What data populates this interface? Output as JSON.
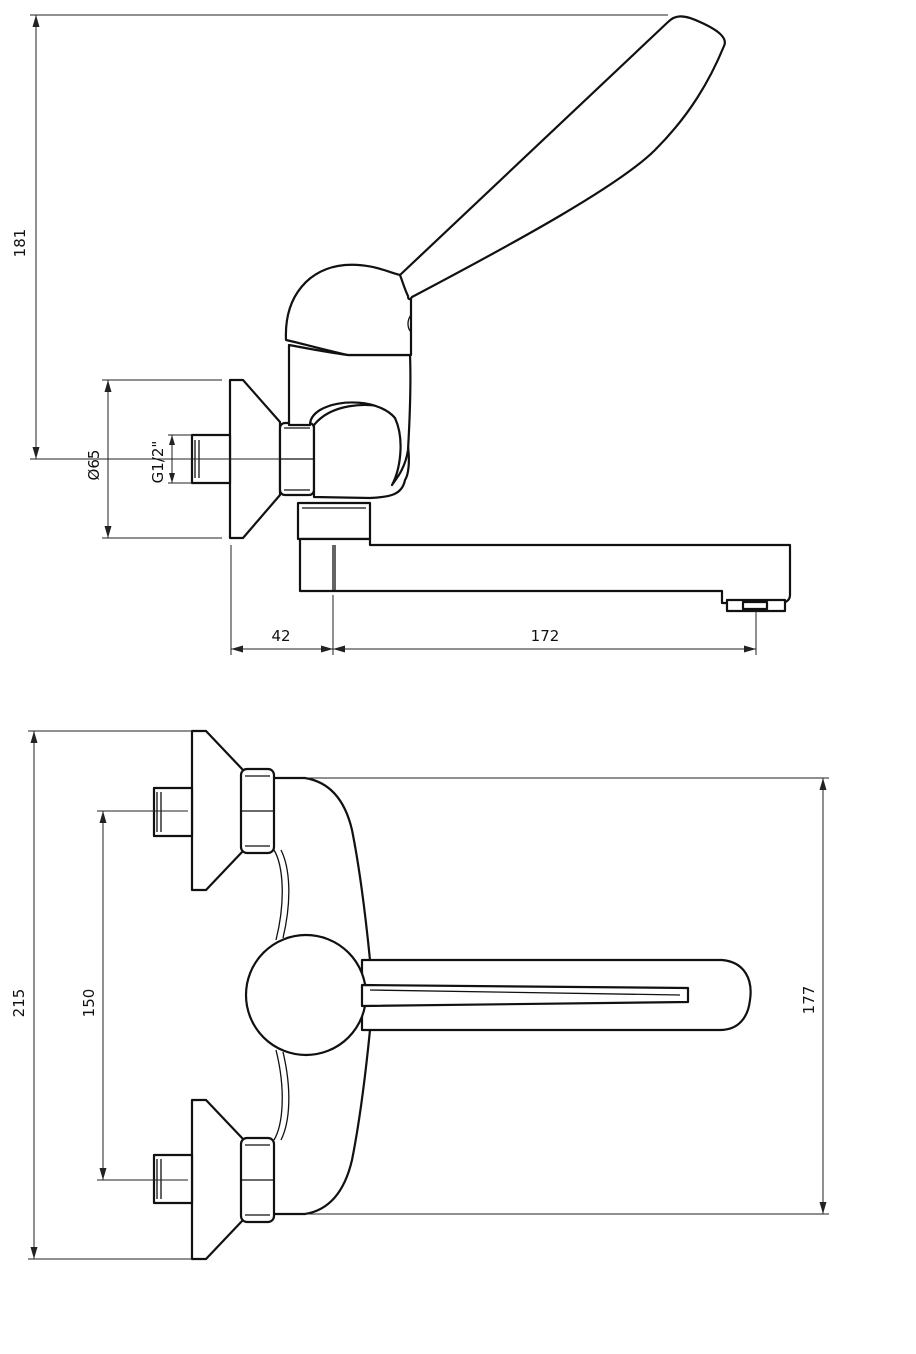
{
  "dimensions": {
    "side_view": {
      "height": "181",
      "flange_diameter": "Ø65",
      "thread": "G1/2\"",
      "wall_to_body": "42",
      "spout_reach": "172"
    },
    "top_view": {
      "overall_width": "215",
      "inlet_spacing": "150",
      "body_width": "177"
    }
  }
}
